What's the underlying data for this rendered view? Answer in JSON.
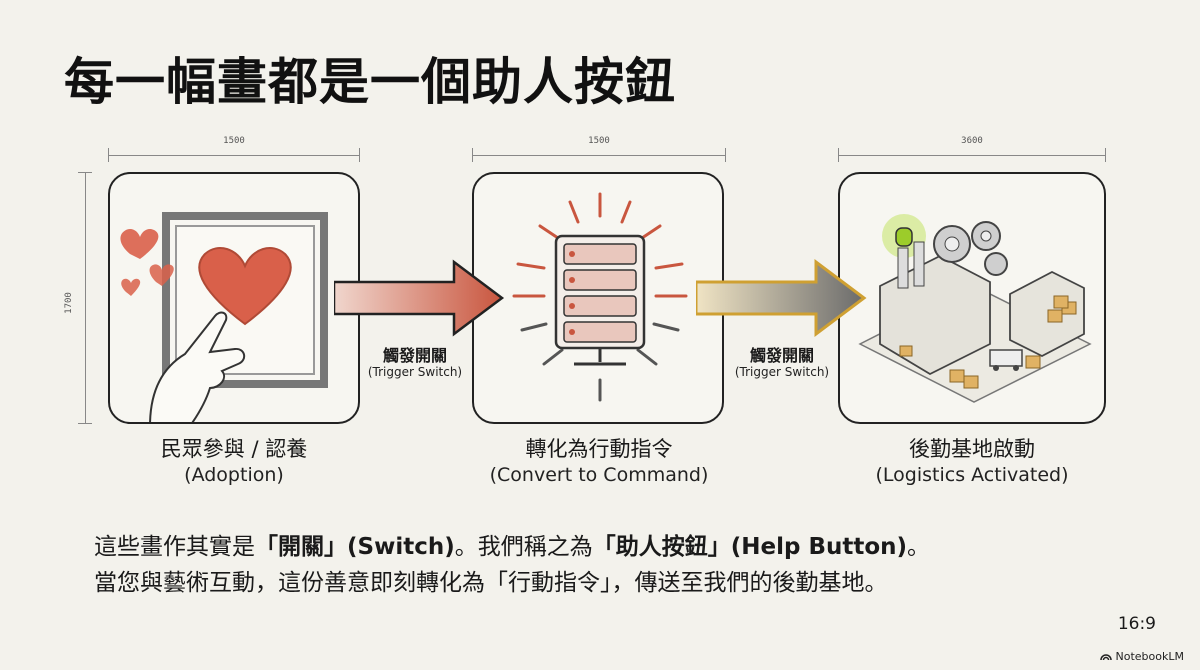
{
  "title": "每一幅畫都是一個助人按鈕",
  "dimensions": {
    "panel1_width": "1500",
    "panel2_width": "1500",
    "panel3_width": "3600",
    "height": "1700"
  },
  "panels": [
    {
      "zh": "民眾參與 / 認養",
      "en": "(Adoption)"
    },
    {
      "zh": "轉化為行動指令",
      "en": "(Convert to Command)"
    },
    {
      "zh": "後勤基地啟動",
      "en": "(Logistics Activated)"
    }
  ],
  "arrows": [
    {
      "zh": "觸發開關",
      "en": "(Trigger Switch)",
      "color_start": "#e8b4a6",
      "color_end": "#c9563f"
    },
    {
      "zh": "觸發開關",
      "en": "(Trigger Switch)",
      "color_start": "#e8d3a0",
      "color_end": "#cfa032"
    }
  ],
  "paragraph": {
    "line1_a": "這些畫作其實是",
    "line1_b": "「開關」(Switch)",
    "line1_c": "。我們稱之為",
    "line1_d": "「助人按鈕」(Help Button)",
    "line1_e": "。",
    "line2": "當您與藝術互動，這份善意即刻轉化為「行動指令」，傳送至我們的後勤基地。"
  },
  "aspect_ratio": "16:9",
  "brand": "NotebookLM",
  "colors": {
    "heart": "#d9604a",
    "arrow_red": "#c9563f",
    "arrow_gold": "#cfa032",
    "light_green": "#b8e04a"
  }
}
